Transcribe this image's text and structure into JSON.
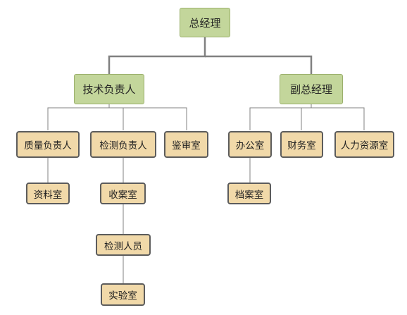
{
  "org": {
    "ceo": "总经理",
    "tech_lead": "技术负责人",
    "deputy": "副总经理",
    "quality_lead": "质量负责人",
    "testing_lead": "检测负责人",
    "review_office": "鉴审室",
    "admin_office": "办公室",
    "finance_office": "财务室",
    "hr_office": "人力资源室",
    "records_room": "资料室",
    "intake_room": "收案室",
    "testing_staff": "检测人员",
    "lab": "实验室",
    "archive_room": "档案室"
  },
  "colors": {
    "manager_fill": "#c3d69b",
    "office_fill": "#f1d9a9",
    "connector": "#808080"
  }
}
